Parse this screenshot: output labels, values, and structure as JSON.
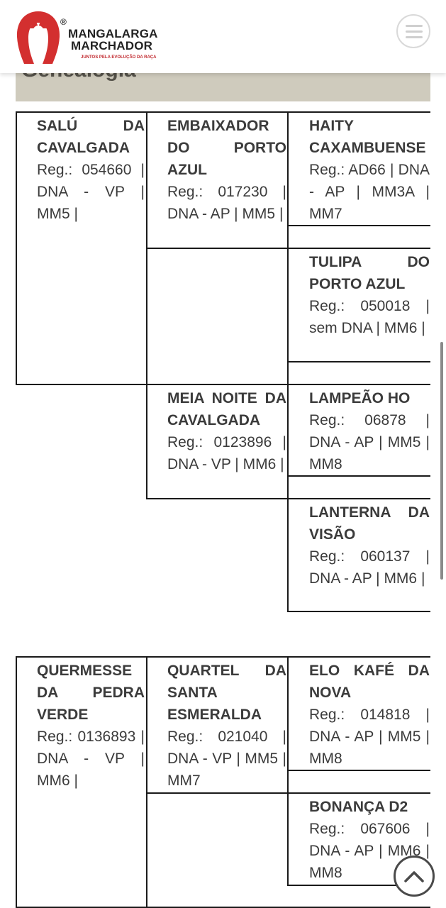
{
  "header": {
    "brand_line1": "MANGALARGA",
    "brand_line2": "MARCHADOR",
    "tagline": "JUNTOS PELA EVOLUÇÃO DA RAÇA",
    "registered_mark": "®",
    "brand_color": "#d32f2f"
  },
  "section": {
    "title": "Genealogia"
  },
  "tree": {
    "sire": {
      "name": "SALÚ DA CAVALGADA",
      "reg": "Reg.: 054660 | DNA - VP | MM5 |"
    },
    "sire_sire": {
      "name": "EMBAIXADOR DO PORTO AZUL",
      "reg": "Reg.: 017230 | DNA - AP | MM5 |"
    },
    "sire_sire_sire": {
      "name": "HAITY CAXAMBUENSE",
      "reg": "Reg.: AD66 | DNA - AP | MM3A | MM7"
    },
    "sire_sire_dam": {
      "name": "TULIPA DO PORTO AZUL",
      "reg": "Reg.: 050018 | sem DNA | MM6 |"
    },
    "sire_dam": {
      "name": "MEIA NOITE DA CAVALGADA",
      "reg": "Reg.: 0123896 | DNA - VP | MM6 |"
    },
    "sire_dam_sire": {
      "name": "LAMPEÃO HO",
      "reg": "Reg.: 06878 | DNA - AP | MM5 | MM8"
    },
    "sire_dam_dam": {
      "name": "LANTERNA DA VISÃO",
      "reg": "Reg.: 060137 | DNA - AP | MM6 |"
    },
    "dam": {
      "name": "QUERMESSE DA PEDRA VERDE",
      "reg": "Reg.: 0136893 | DNA - VP | MM6 |"
    },
    "dam_sire": {
      "name": "QUARTEL DA SANTA ESMERALDA",
      "reg": "Reg.: 021040 | DNA - VP | MM5 | MM7"
    },
    "dam_sire_sire": {
      "name": "ELO KAFÉ DA NOVA",
      "reg": "Reg.: 014818 | DNA - AP | MM5 | MM8"
    },
    "dam_sire_dam": {
      "name": "BONANÇA D2",
      "reg": "Reg.: 067606 | DNA - AP | MM6 | MM8"
    }
  },
  "icons": {
    "menu": "hamburger-menu-icon",
    "back_to_top": "chevron-up-icon",
    "logo": "horseshoe-logo-icon"
  }
}
